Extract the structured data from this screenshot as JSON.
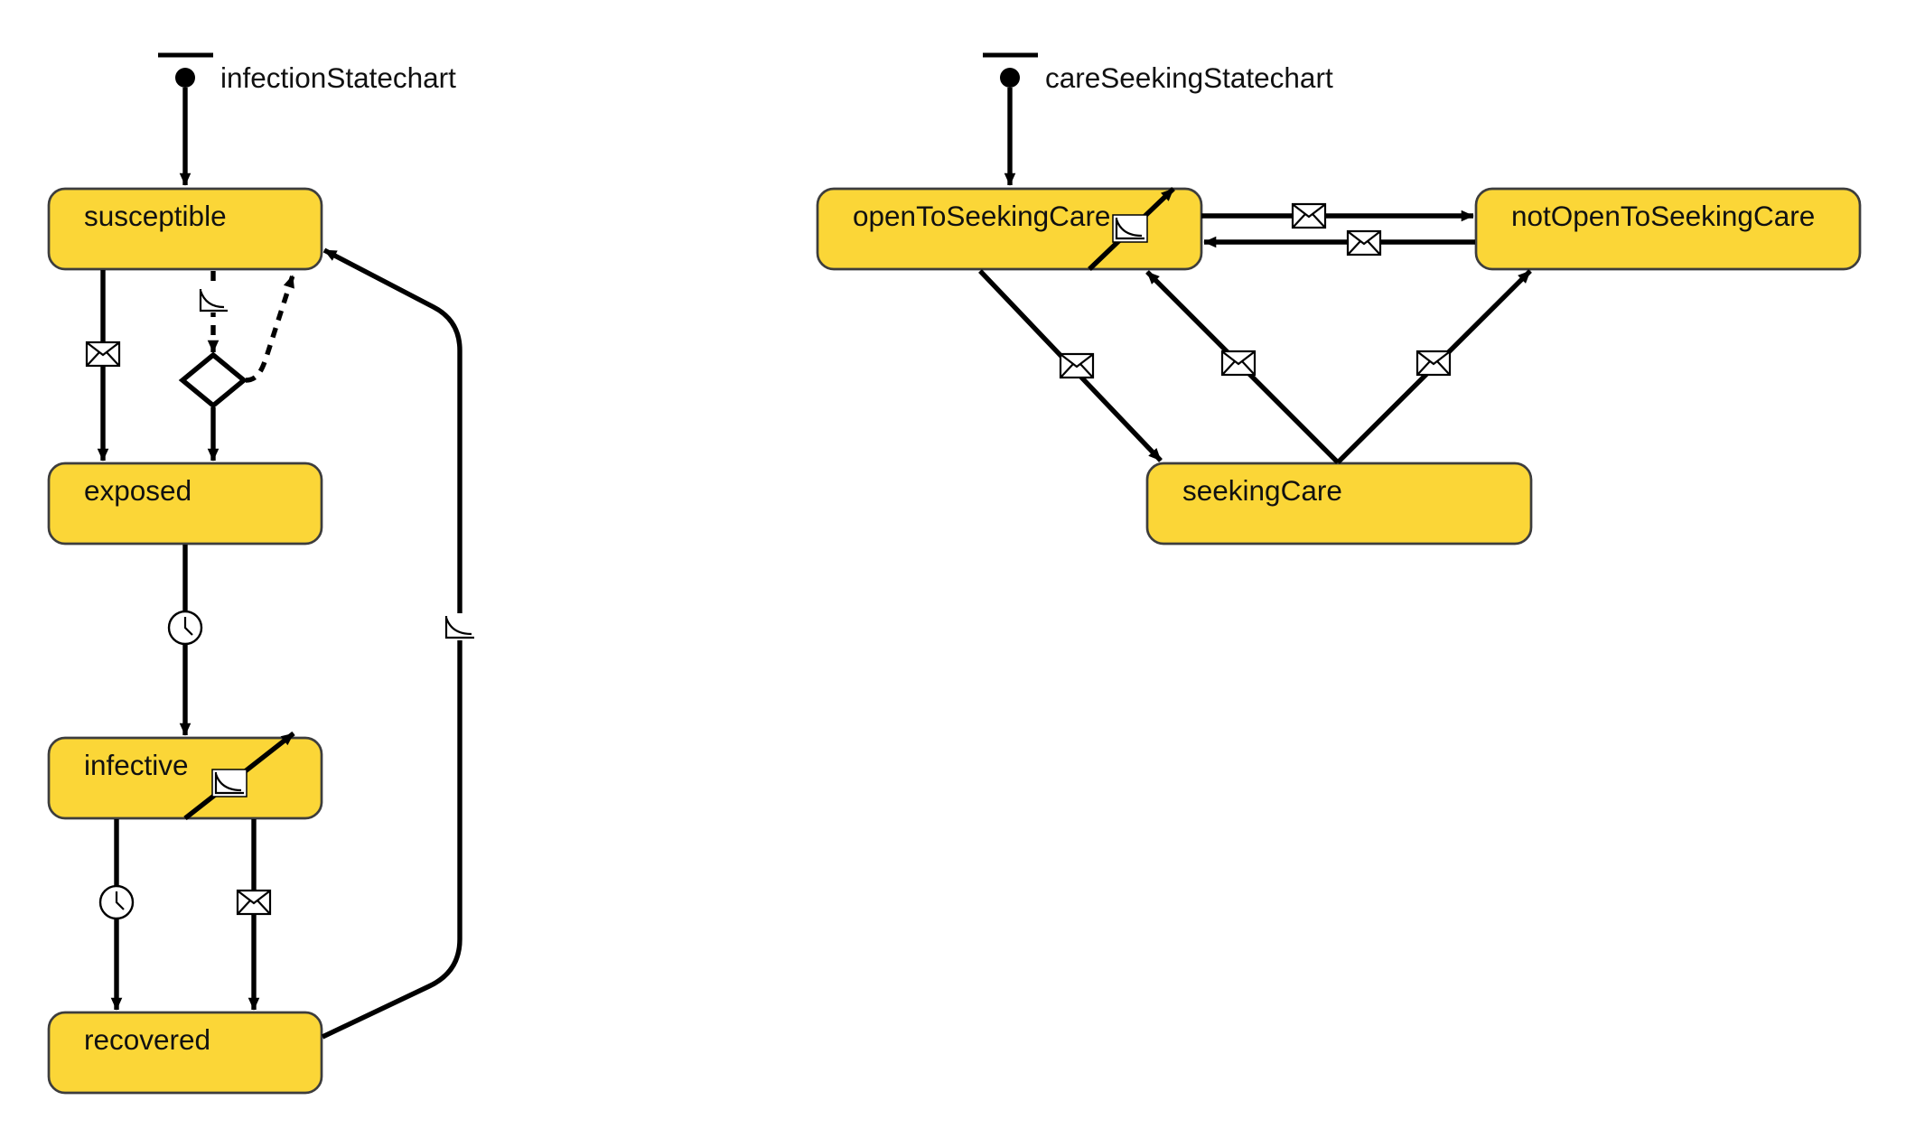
{
  "charts": [
    {
      "title": "infectionStatechart",
      "states": [
        "susceptible",
        "exposed",
        "infective",
        "recovered"
      ],
      "transitions": [
        {
          "from": "susceptible",
          "to": "exposed",
          "trigger": "message-icon"
        },
        {
          "from": "susceptible",
          "to": "branch",
          "trigger": "rate-icon"
        },
        {
          "from": "branch",
          "to": "exposed",
          "trigger": "none"
        },
        {
          "from": "branch",
          "to": "susceptible",
          "trigger": "none",
          "style": "dashed"
        },
        {
          "from": "exposed",
          "to": "infective",
          "trigger": "timeout-icon"
        },
        {
          "from": "infective",
          "to": "infective",
          "trigger": "rate-icon"
        },
        {
          "from": "infective",
          "to": "recovered",
          "trigger": "timeout-icon"
        },
        {
          "from": "infective",
          "to": "recovered",
          "trigger": "message-icon"
        },
        {
          "from": "recovered",
          "to": "susceptible",
          "trigger": "rate-icon"
        }
      ]
    },
    {
      "title": "careSeekingStatechart",
      "states": [
        "openToSeekingCare",
        "notOpenToSeekingCare",
        "seekingCare"
      ],
      "transitions": [
        {
          "from": "openToSeekingCare",
          "to": "openToSeekingCare",
          "trigger": "rate-icon"
        },
        {
          "from": "openToSeekingCare",
          "to": "notOpenToSeekingCare",
          "trigger": "message-icon"
        },
        {
          "from": "notOpenToSeekingCare",
          "to": "openToSeekingCare",
          "trigger": "message-icon"
        },
        {
          "from": "openToSeekingCare",
          "to": "seekingCare",
          "trigger": "message-icon"
        },
        {
          "from": "seekingCare",
          "to": "openToSeekingCare",
          "trigger": "message-icon"
        },
        {
          "from": "seekingCare",
          "to": "notOpenToSeekingCare",
          "trigger": "message-icon"
        }
      ]
    }
  ],
  "colors": {
    "state_fill": "#fbd637",
    "state_border": "#3d3d3d",
    "edge": "#000000"
  }
}
